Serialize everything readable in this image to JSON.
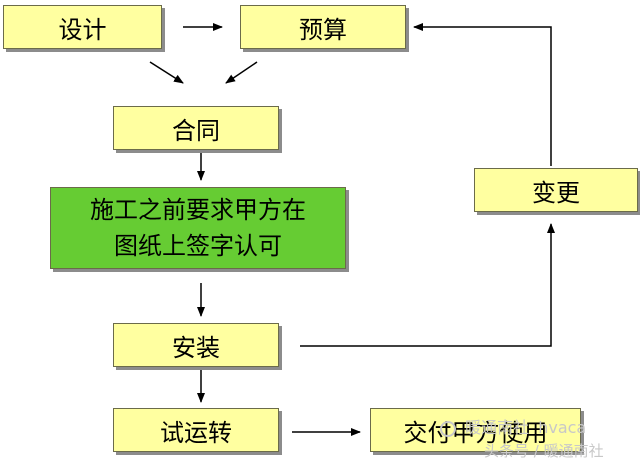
{
  "nodes": {
    "design": "设计",
    "budget": "预算",
    "contract": "合同",
    "approval": [
      "施工之前要求甲方在",
      "图纸上签字认可"
    ],
    "change": "变更",
    "install": "安装",
    "trial_run": "试运转",
    "handover": "交付甲方使用"
  },
  "watermark": {
    "top": "暖通南社",
    "account": "hvaca",
    "bottom": "头条号 / 暖通南社"
  },
  "colors": {
    "box_fill": "#ffffa0",
    "approval_fill": "#66cc33",
    "box_border": "#6b6b4a",
    "arrow": "#000000"
  }
}
